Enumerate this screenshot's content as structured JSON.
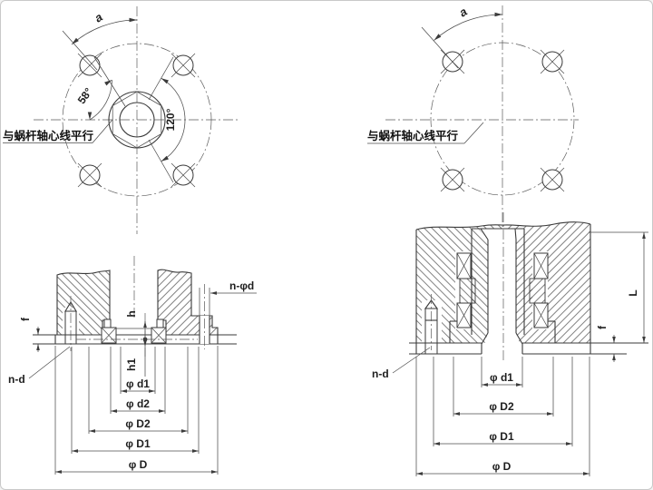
{
  "colors": {
    "line": "#3a3a3a",
    "thin_line": "#4d4d4d",
    "background": "#ffffff",
    "frame": "#c9c9c9"
  },
  "views": {
    "top_left": {
      "note": "与蜗杆轴心线平行",
      "dim_a": "a",
      "angle_small": "58°",
      "angle_large": "120°"
    },
    "top_right": {
      "note": "与蜗杆轴心线平行",
      "dim_a": "a"
    },
    "bottom_left": {
      "dim_f": "f",
      "dim_h": "h",
      "dim_h1": "h1",
      "dim_d1": "φ d1",
      "dim_d2": "φ d2",
      "dim_D2": "φ D2",
      "dim_D1": "φ D1",
      "dim_D": "φ D",
      "label_nd": "n-d",
      "label_nphid": "n-φd"
    },
    "bottom_right": {
      "dim_L": "L",
      "dim_f": "f",
      "dim_d1": "φ d1",
      "dim_D2": "φ D2",
      "dim_D1": "φ D1",
      "dim_D": "φ D",
      "label_nd": "n-d"
    }
  }
}
